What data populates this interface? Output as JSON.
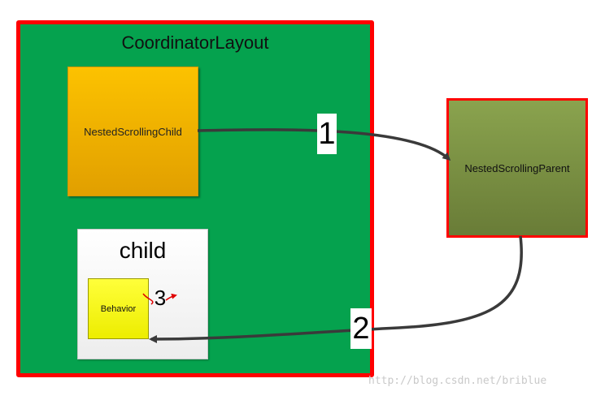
{
  "diagram": {
    "container": {
      "label": "CoordinatorLayout"
    },
    "nested_child": {
      "label": "NestedScrollingChild"
    },
    "child_view": {
      "label": "child"
    },
    "behavior": {
      "label": "Behavior"
    },
    "nested_parent": {
      "label": "NestedScrollingParent"
    },
    "steps": [
      {
        "label": "1",
        "from": "NestedScrollingChild",
        "to": "NestedScrollingParent"
      },
      {
        "label": "2",
        "from": "NestedScrollingParent",
        "to": "Behavior"
      },
      {
        "label": "3",
        "from": "Behavior",
        "to": "Behavior"
      }
    ]
  },
  "watermark": "http://blog.csdn.net/briblue",
  "colors": {
    "container_fill": "#05a24e",
    "container_border": "#ff0000",
    "nested_child_fill": "#f3b000",
    "nested_parent_fill": "#7a8f42",
    "behavior_fill": "#f5f500",
    "arrow": "#3a3a3a",
    "self_arrow": "#e00000"
  }
}
